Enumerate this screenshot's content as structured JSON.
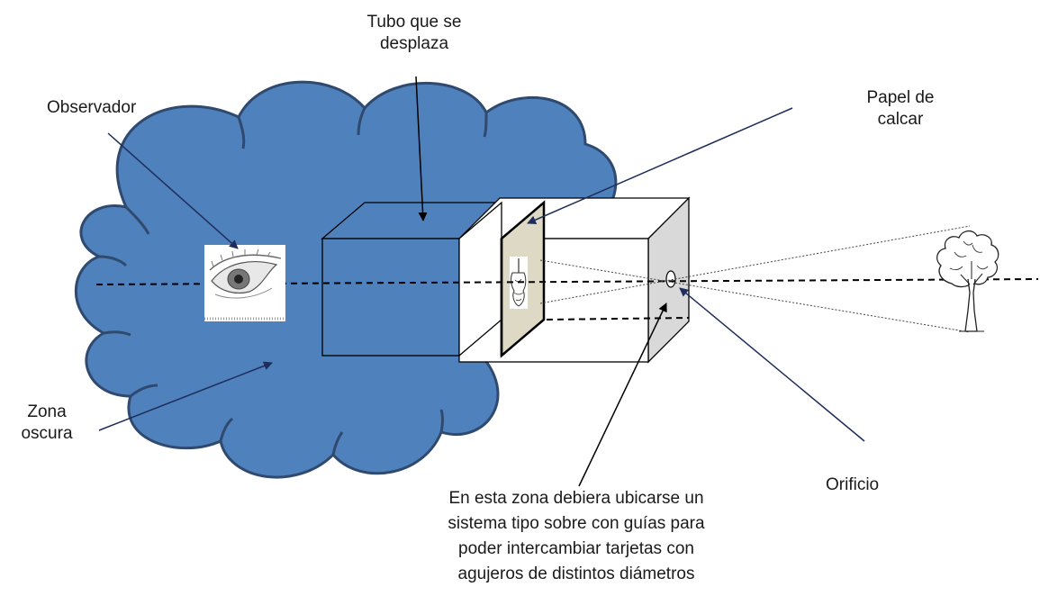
{
  "labels": {
    "tubo": [
      "Tubo que se",
      "desplaza"
    ],
    "observador": "Observador",
    "papel": [
      "Papel de",
      "calcar"
    ],
    "zona": [
      "Zona",
      "oscura"
    ],
    "orificio": "Orificio",
    "nota": [
      "En esta zona debiera ubicarse un",
      "sistema tipo sobre con guías para",
      "poder intercambiar tarjetas con",
      "agujeros de distintos diámetros"
    ]
  },
  "colors": {
    "cloud_fill": "#4f81bd",
    "cloud_stroke": "#2f4a6e",
    "arrow": "#1f2d5a",
    "box_front_grey": "#d9d9d9",
    "paper": "#ddd9c4"
  },
  "icons": {
    "eye": "eye-icon",
    "tree": "tree-icon",
    "projected_tree": "inverted-tree-icon"
  }
}
